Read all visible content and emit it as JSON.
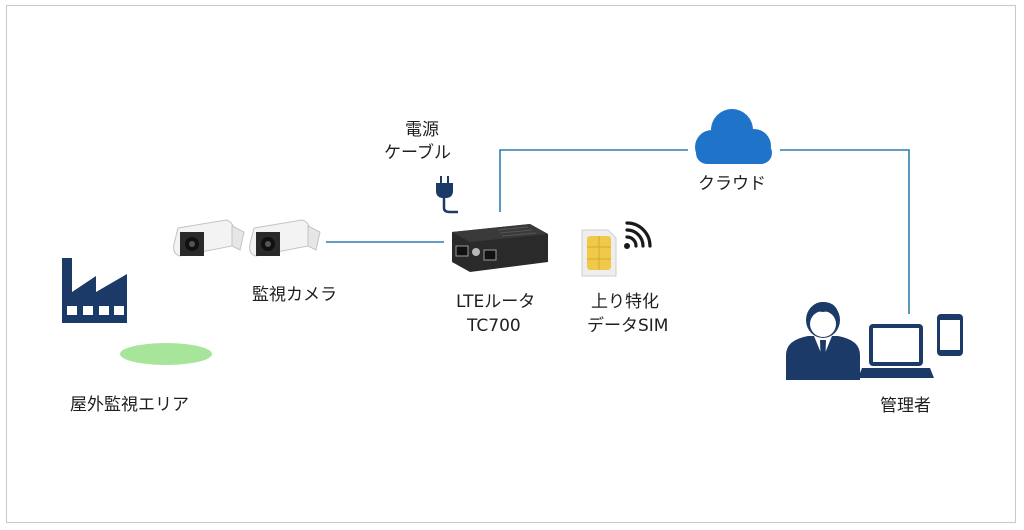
{
  "labels": {
    "area": "屋外監視エリア",
    "camera": "監視カメラ",
    "power_line1": "電源",
    "power_line2": "ケーブル",
    "router_line1": "LTEルータ",
    "router_line2": "TC700",
    "sim_line1": "上り特化",
    "sim_line2": "データSIM",
    "cloud": "クラウド",
    "admin": "管理者"
  },
  "icons": {
    "factory": "factory-icon",
    "camera": "security-camera-icon",
    "plug": "power-plug-icon",
    "router": "router-icon",
    "sim": "sim-card-icon",
    "signal": "wireless-signal-icon",
    "cloud": "cloud-icon",
    "admin": "businessman-icon",
    "laptop": "laptop-icon",
    "phone": "smartphone-icon"
  },
  "colors": {
    "navy": "#1c3a67",
    "line": "#2f7fb0",
    "cloud": "#1f73c8",
    "area_oval": "#a7e59a",
    "sim_gold": "#f0c94b"
  }
}
